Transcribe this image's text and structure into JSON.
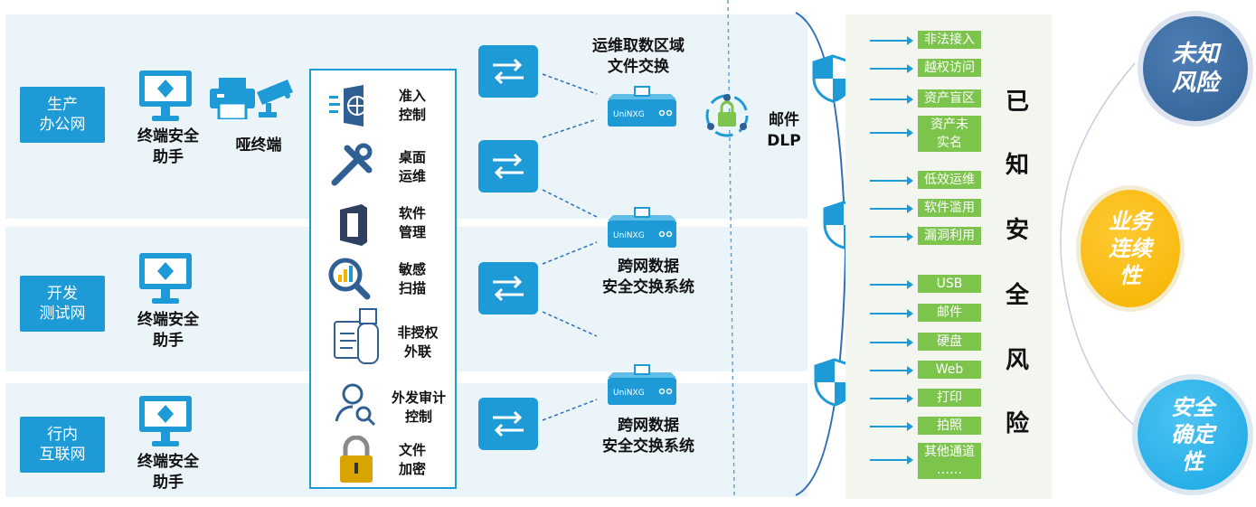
{
  "zones": [
    {
      "name": "生产\n办公网",
      "line1": "生产",
      "line2": "办公网"
    },
    {
      "name": "开发\n测试网",
      "line1": "开发",
      "line2": "测试网"
    },
    {
      "name": "行内\n互联网",
      "line1": "行内",
      "line2": "互联网"
    }
  ],
  "endpoint_label_l1": "终端安全",
  "endpoint_label_l2": "助手",
  "dumb_terminal": "哑终端",
  "tools": [
    {
      "l1": "准入",
      "l2": "控制",
      "icon": "access-control-icon"
    },
    {
      "l1": "桌面",
      "l2": "运维",
      "icon": "desktop-ops-icon"
    },
    {
      "l1": "软件",
      "l2": "管理",
      "icon": "software-management-icon"
    },
    {
      "l1": "敏感",
      "l2": "扫描",
      "icon": "sensitive-scan-icon"
    },
    {
      "l1": "非授权",
      "l2": "外联",
      "icon": "unauthorized-outreach-icon"
    },
    {
      "l1": "外发审计",
      "l2": "控制",
      "icon": "outbound-audit-icon"
    },
    {
      "l1": "文件",
      "l2": "加密",
      "icon": "file-encryption-icon"
    }
  ],
  "exchange_top_l1": "运维取数区域",
  "exchange_top_l2": "文件交换",
  "exchange_mid_l1": "跨网数据",
  "exchange_mid_l2": "安全交换系统",
  "exchange_bot_l1": "跨网数据",
  "exchange_bot_l2": "安全交换系统",
  "device_brand": "UniNXG",
  "mail_dlp_l1": "邮件",
  "mail_dlp_l2": "DLP",
  "risk_groups": [
    [
      "非法接入",
      "越权访问",
      "资产盲区",
      "资产未实名"
    ],
    [
      "低效运维",
      "软件滥用",
      "漏洞利用"
    ],
    [
      "USB",
      "邮件",
      "硬盘",
      "Web",
      "打印",
      "拍照",
      "其他通道……"
    ]
  ],
  "tag_texts": {
    "t0": "非法接入",
    "t1": "越权访问",
    "t2": "资产盲区",
    "t3a": "资产未",
    "t3b": "实名",
    "t4": "低效运维",
    "t5": "软件滥用",
    "t6": "漏洞利用",
    "t7": "USB",
    "t8": "邮件",
    "t9": "硬盘",
    "t10": "Web",
    "t11": "打印",
    "t12": "拍照",
    "t13a": "其他通道",
    "t13b": "……"
  },
  "risk_title_chars": [
    "已",
    "知",
    "安",
    "全",
    "风",
    "险"
  ],
  "circles": {
    "unknown_l1": "未知",
    "unknown_l2": "风险",
    "continuity_l1": "业务",
    "continuity_l2": "连续",
    "continuity_l3": "性",
    "certainty_l1": "安全",
    "certainty_l2": "确定",
    "certainty_l3": "性"
  },
  "colors": {
    "primary": "#1e9bd7",
    "green": "#7cc44c",
    "navy": "#2f5f93",
    "gold": "#f5b400",
    "cyan": "#19a7e4"
  }
}
